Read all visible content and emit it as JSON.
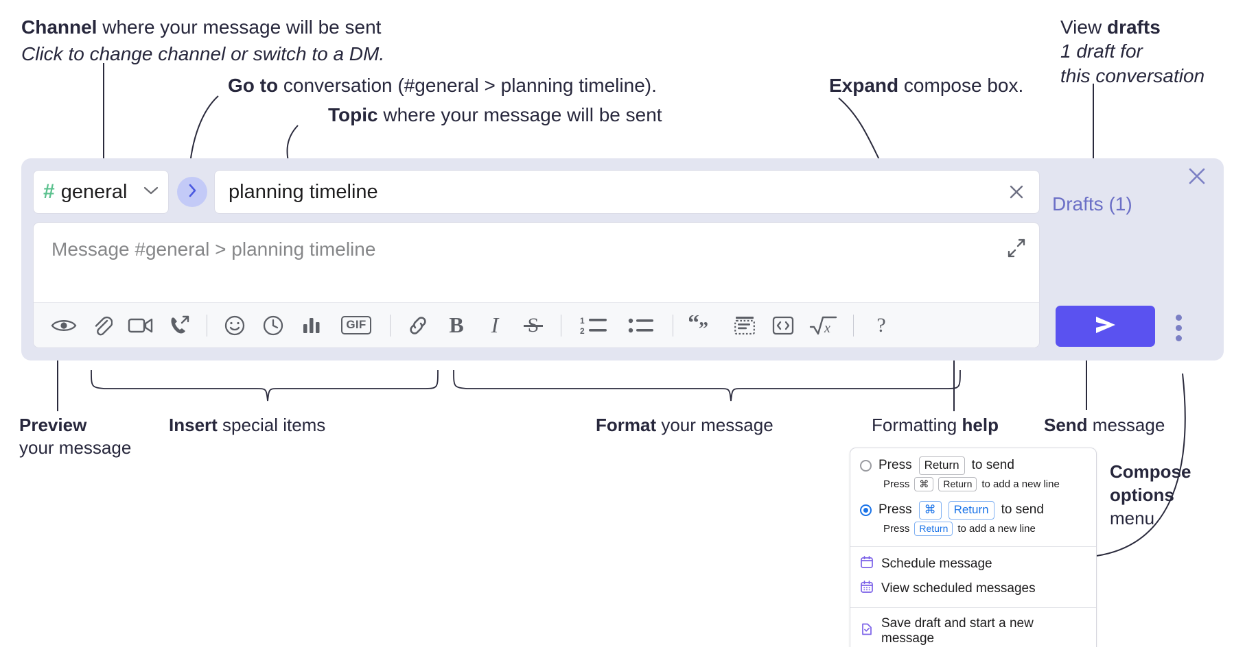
{
  "annotations": {
    "channel": {
      "bold": "Channel",
      "rest": " where your message will be sent",
      "italic": "Click to change channel or switch to a DM."
    },
    "goto": {
      "bold": "Go to",
      "rest": " conversation (#general > planning timeline)."
    },
    "topic": {
      "bold": "Topic",
      "rest": " where your message will be sent"
    },
    "expand": {
      "bold": "Expand",
      "rest": " compose box."
    },
    "drafts": {
      "rest": "View ",
      "bold": "drafts",
      "italic1": "1 draft for",
      "italic2": "this conversation"
    },
    "preview": {
      "bold": "Preview",
      "rest": "your message"
    },
    "insert": {
      "bold": "Insert",
      "rest": " special items"
    },
    "format": {
      "bold": "Format",
      "rest": " your message"
    },
    "formatting_help": {
      "rest": "Formatting ",
      "bold": "help"
    },
    "send": {
      "bold": "Send",
      "rest": " message"
    },
    "compose_options": {
      "bold1": "Compose",
      "bold2": "options",
      "rest": "menu"
    }
  },
  "compose": {
    "channel": {
      "hash": "#",
      "name": "general",
      "chevron_icon": "chevron-down-icon"
    },
    "goto_icon": "chevron-right-icon",
    "topic": {
      "value": "planning timeline",
      "clear_icon": "close-icon"
    },
    "message": {
      "placeholder": "Message #general > planning timeline",
      "value": ""
    },
    "expand_icon": "expand-icon",
    "toolbar": [
      {
        "name": "preview-message",
        "icon": "eye-icon"
      },
      {
        "name": "attach-file",
        "icon": "paperclip-icon"
      },
      {
        "name": "record-video-clip",
        "icon": "video-camera-icon"
      },
      {
        "name": "record-audio-clip",
        "icon": "phone-arrow-icon"
      },
      {
        "name": "separator-1",
        "icon": "separator"
      },
      {
        "name": "emoji",
        "icon": "smiley-icon"
      },
      {
        "name": "schedule",
        "icon": "clock-icon"
      },
      {
        "name": "poll",
        "icon": "bar-chart-icon"
      },
      {
        "name": "gif",
        "icon": "gif-icon",
        "label": "GIF"
      },
      {
        "name": "separator-2",
        "icon": "separator"
      },
      {
        "name": "link",
        "icon": "link-icon"
      },
      {
        "name": "bold",
        "icon": "bold-icon",
        "label": "B"
      },
      {
        "name": "italic",
        "icon": "italic-icon",
        "label": "I"
      },
      {
        "name": "strikethrough",
        "icon": "strikethrough-icon",
        "label": "S"
      },
      {
        "name": "separator-3",
        "icon": "separator"
      },
      {
        "name": "ordered-list",
        "icon": "ordered-list-icon"
      },
      {
        "name": "bulleted-list",
        "icon": "bulleted-list-icon"
      },
      {
        "name": "separator-4",
        "icon": "separator"
      },
      {
        "name": "blockquote",
        "icon": "quote-icon"
      },
      {
        "name": "code-block",
        "icon": "code-block-icon"
      },
      {
        "name": "code",
        "icon": "code-brackets-icon"
      },
      {
        "name": "math",
        "icon": "square-root-icon"
      },
      {
        "name": "separator-5",
        "icon": "separator"
      },
      {
        "name": "formatting-help",
        "icon": "question-mark-icon",
        "label": "?"
      }
    ],
    "drafts_label": "Drafts (1)",
    "send_icon": "send-arrow-icon",
    "kebab_icon": "more-options-icon",
    "close_icon": "close-icon"
  },
  "options_menu": {
    "radio_options": [
      {
        "selected": false,
        "line_pre": "Press",
        "keys": [
          "Return"
        ],
        "line_post": "to send",
        "sub_pre": "Press",
        "sub_keys": [
          "⌘",
          "Return"
        ],
        "sub_post": "to add a new line"
      },
      {
        "selected": true,
        "line_pre": "Press",
        "keys": [
          "⌘",
          "Return"
        ],
        "line_post": "to send",
        "sub_pre": "Press",
        "sub_keys": [
          "Return"
        ],
        "sub_post": "to add a new line"
      }
    ],
    "items": [
      {
        "label": "Schedule message",
        "icon": "calendar-icon"
      },
      {
        "label": "View scheduled messages",
        "icon": "calendar-grid-icon"
      },
      {
        "label": "Save draft and start a new message",
        "icon": "document-check-icon"
      }
    ]
  },
  "colors": {
    "accent": "#5a52f0",
    "panel_bg": "#e3e5f1",
    "hash_green": "#5bc18e",
    "drafts_purple": "#6b6fc6",
    "goto_bg": "#c3caf7",
    "text": "#1d1c1d",
    "anno_text": "#27273c",
    "icon_gray": "#5c5f66"
  }
}
